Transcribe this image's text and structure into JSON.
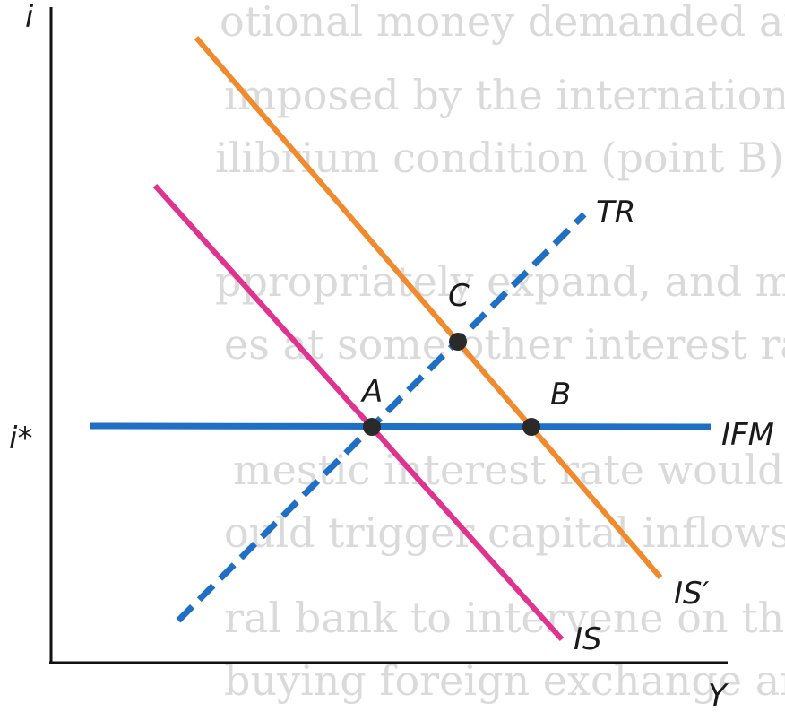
{
  "background_text_lines": [
    "otional money demanded at the going",
    "imposed by the international financia",
    "ilibrium condition (point B).",
    "ppropriately expand, and more interest",
    "es at some other interest rate (i > i*), for",
    "mestic interest rate would rise towards p",
    "ould trigger capital inflows, which would",
    "ral bank to intervene on the foreign exc",
    "buying foreign exchange and payin"
  ],
  "axes": {
    "y_label": "i",
    "x_label": "Y",
    "i_star_label": "i*"
  },
  "curves": {
    "IS": {
      "label": "IS",
      "color": "#e0338f"
    },
    "IS_prime": {
      "label": "IS′",
      "color": "#f08a2c"
    },
    "TR": {
      "label": "TR",
      "color": "#1f6fc4"
    },
    "IFM": {
      "label": "IFM",
      "color": "#1f6fc4"
    }
  },
  "points": {
    "A": "A",
    "B": "B",
    "C": "C"
  },
  "colors": {
    "axis": "#111111",
    "dot": "#2a2a2a"
  }
}
